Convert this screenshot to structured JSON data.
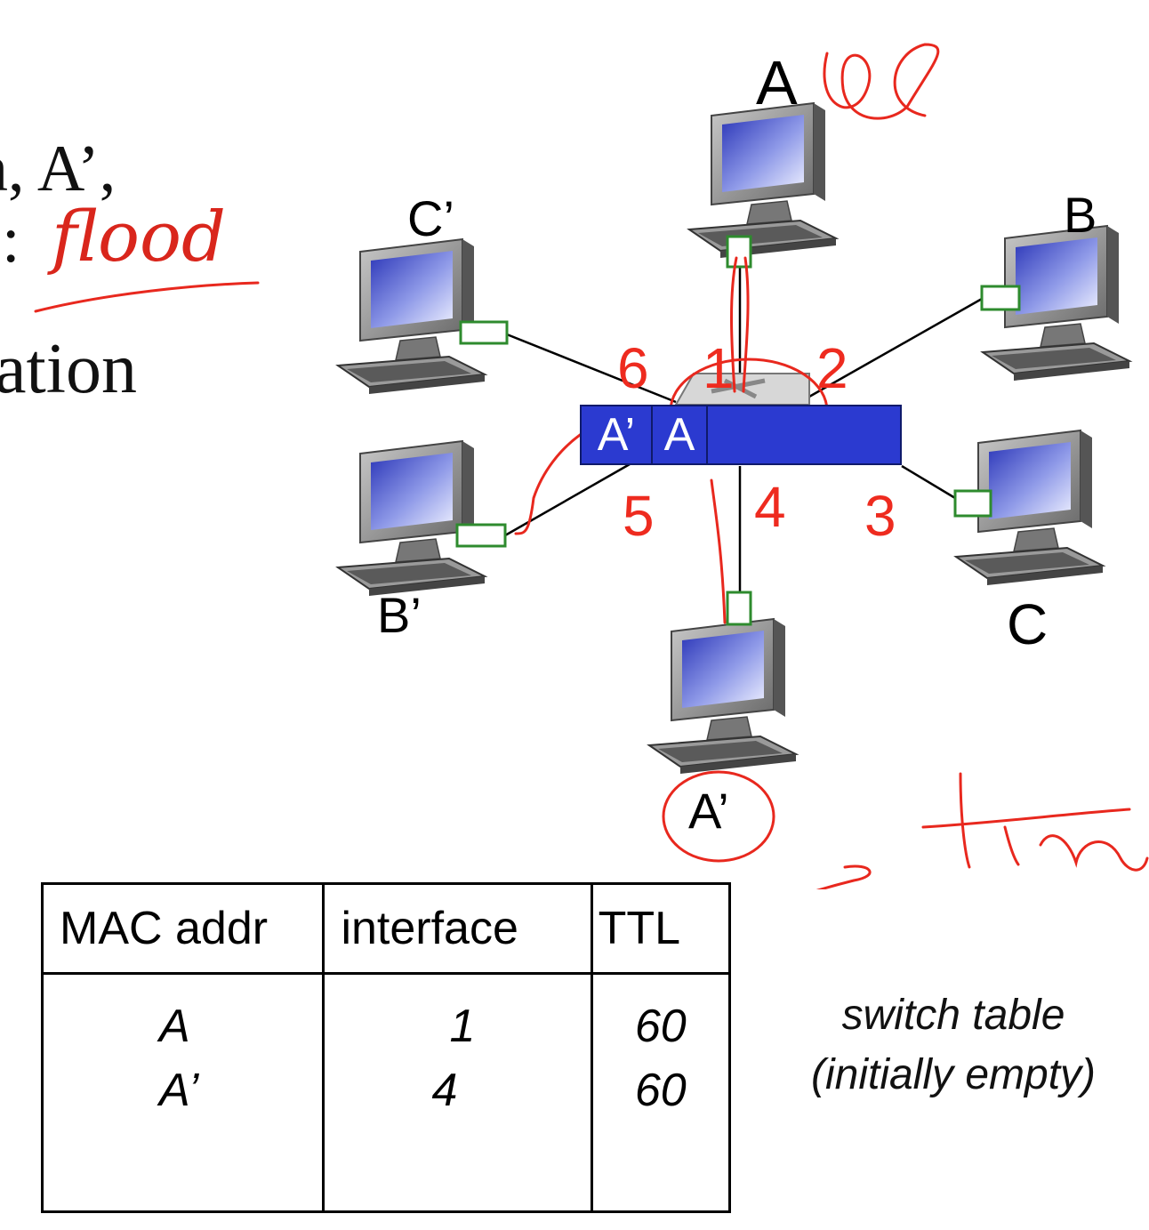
{
  "slide_text": {
    "line1": "n, A’,",
    "line2_prefix": ":",
    "line2_handwritten": "flood",
    "line3": "ation"
  },
  "hosts": {
    "A": "A",
    "B": "B",
    "C": "C",
    "A_prime": "A’",
    "B_prime": "B’",
    "C_prime": "C’"
  },
  "switch": {
    "cells": [
      "A’",
      "A",
      ""
    ],
    "ports": [
      "1",
      "2",
      "3",
      "4",
      "5",
      "6"
    ]
  },
  "table": {
    "headers": [
      "MAC addr",
      "interface",
      "TTL"
    ],
    "rows": [
      {
        "mac": "A",
        "interface": "1",
        "ttl": "60"
      },
      {
        "mac": "A’",
        "interface": "4",
        "ttl": "60"
      }
    ]
  },
  "caption": {
    "line1": "switch table",
    "line2": "(initially empty)"
  },
  "annotation": {
    "time": "time"
  },
  "colors": {
    "switch": "#2b3ad0",
    "ink": "#e8281e",
    "nic": "#2e8b2e"
  }
}
